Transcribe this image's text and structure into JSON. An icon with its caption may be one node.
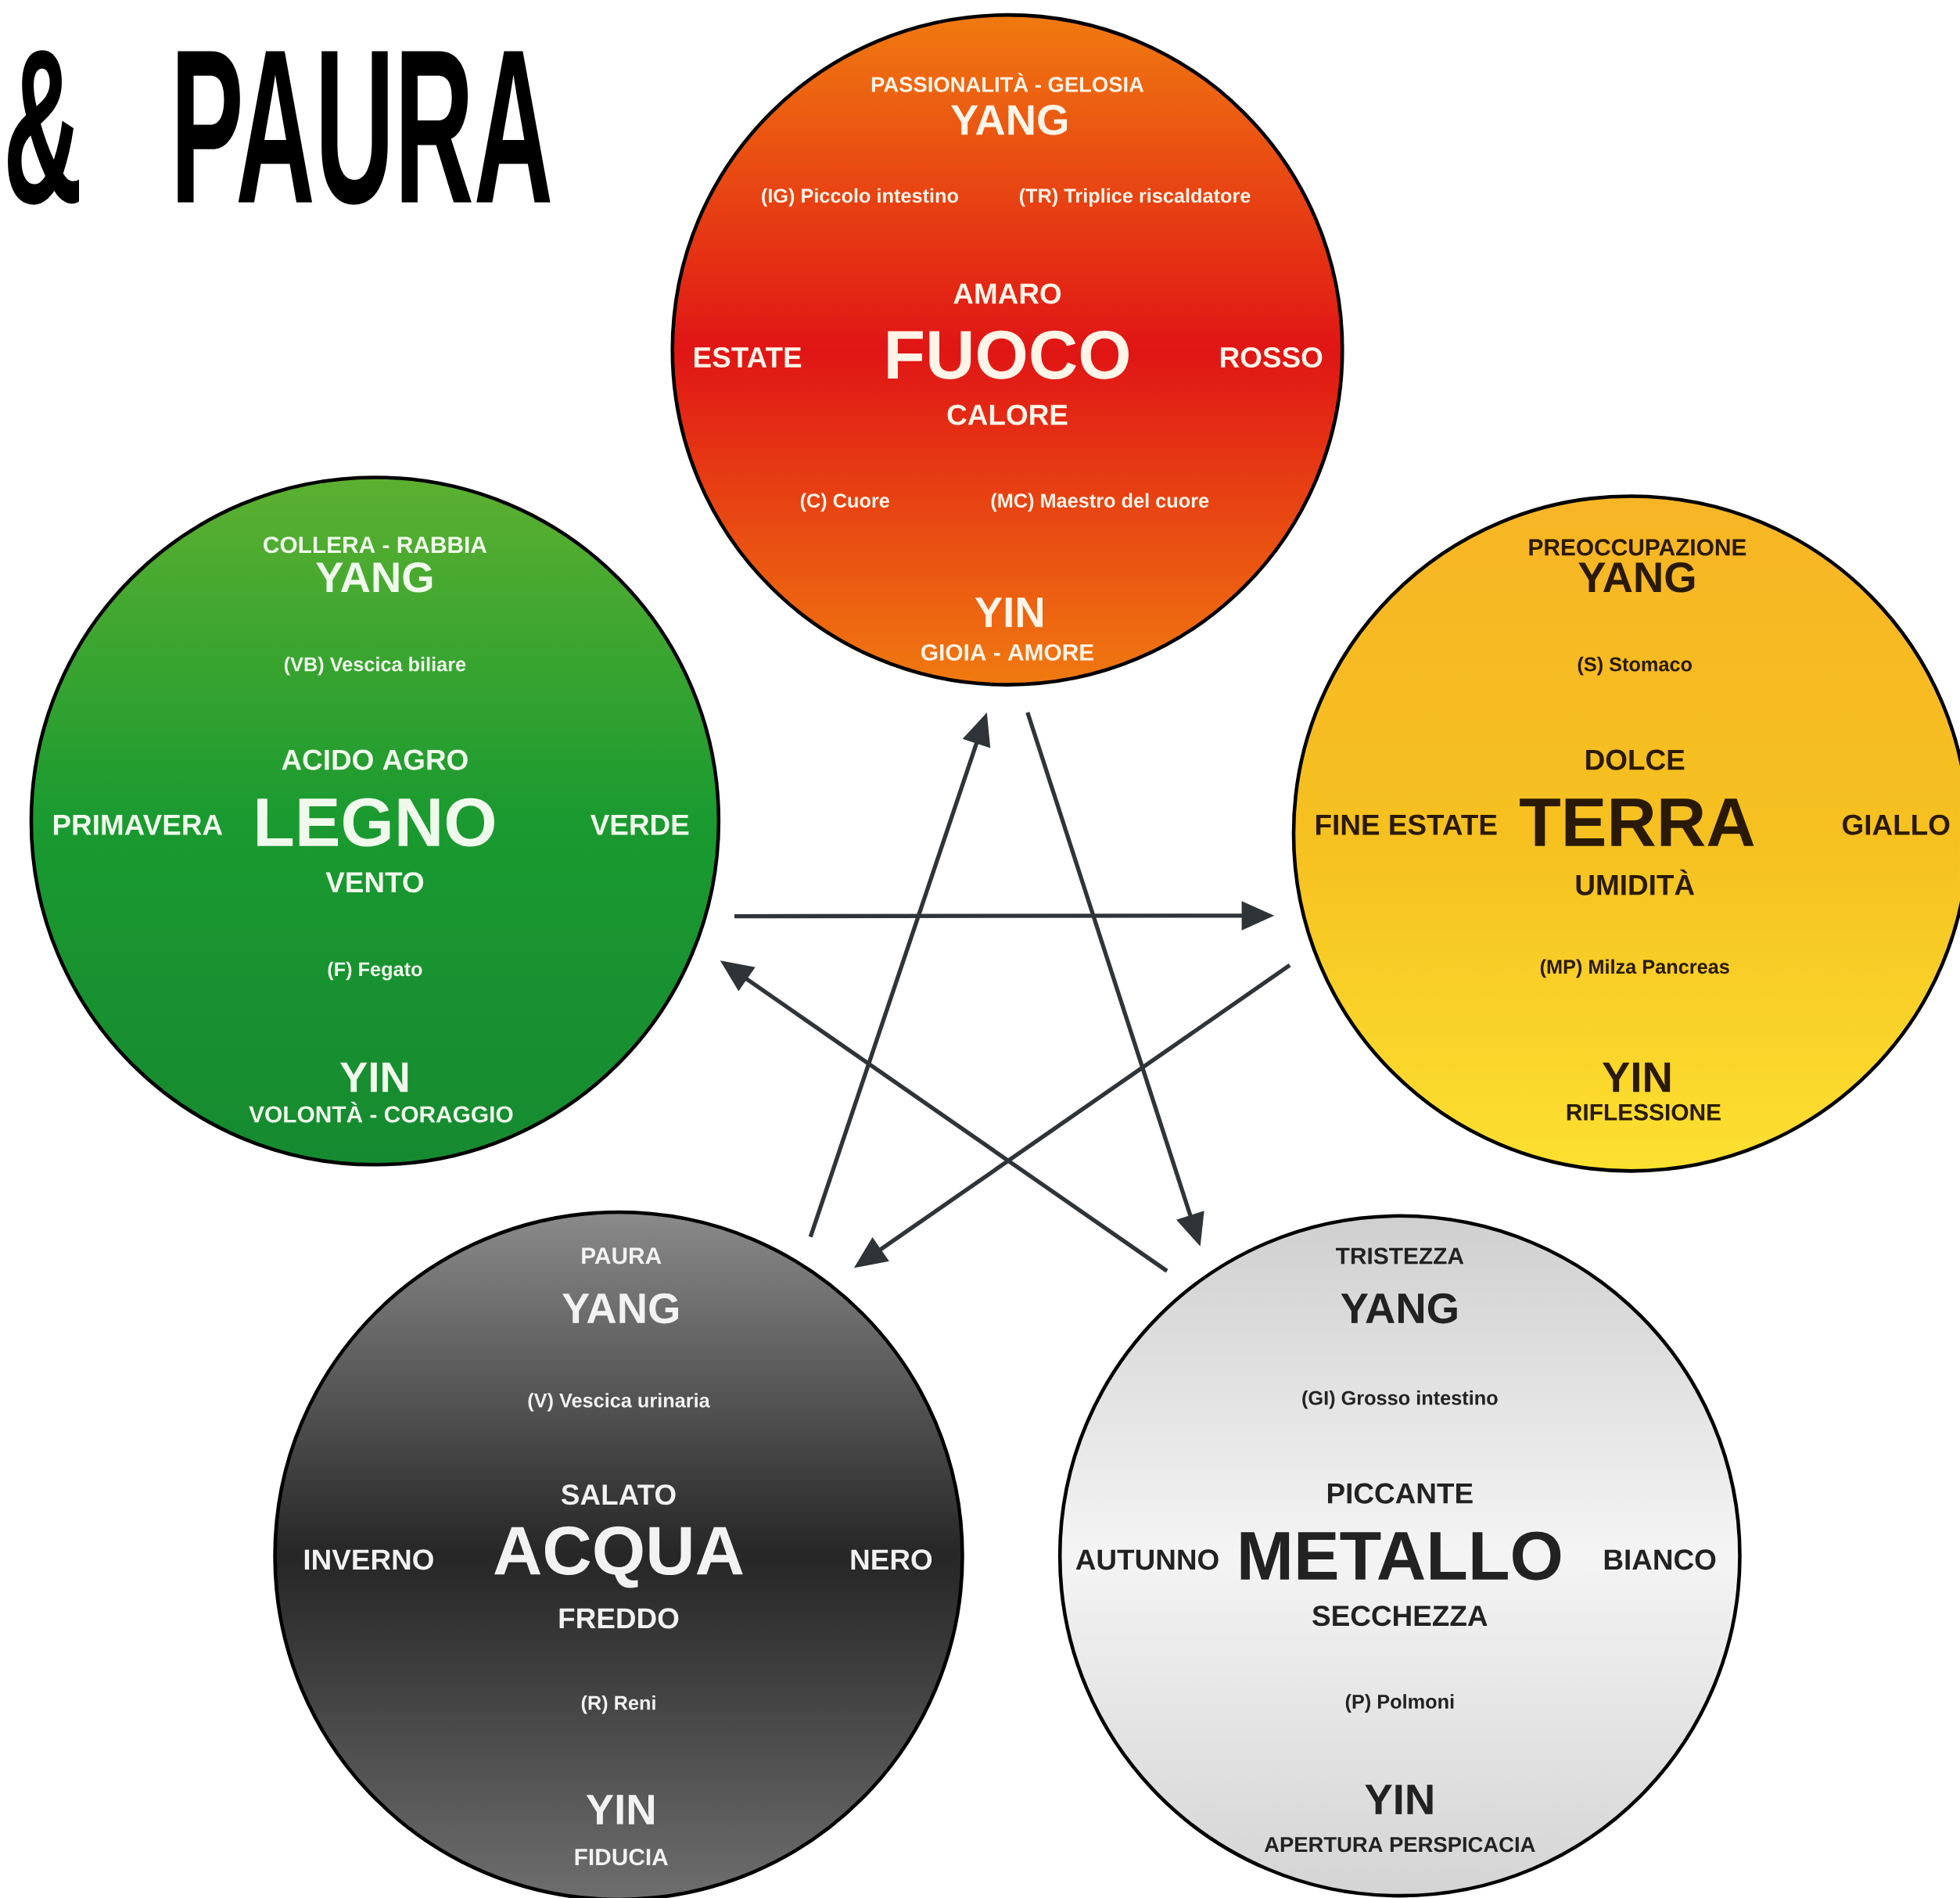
{
  "diagram": {
    "title": "& PAURA",
    "nodes": [
      {
        "text": [
          "PASSIONALITÀ - GELOSIA",
          "YANG",
          "(IG) Piccolo intestino",
          "(TR) Triplice riscaldatore",
          "AMARO",
          "ESTATE",
          "FUOCO",
          "ROSSO",
          "CALORE",
          "(C) Cuore",
          "(MC) Maestro del cuore",
          "YIN",
          "GIOIA - AMORE"
        ]
      },
      {
        "text": [
          "COLLERA - RABBIA",
          "YANG",
          "(VB) Vescica biliare",
          "ACIDO AGRO",
          "PRIMAVERA",
          "LEGNO",
          "VERDE",
          "VENTO",
          "(F) Fegato",
          "YIN",
          "VOLONTÀ - CORAGGIO"
        ]
      },
      {
        "text": [
          "PREOCCUPAZIONE",
          "YANG",
          "(S) Stomaco",
          "DOLCE",
          "FINE ESTATE",
          "TERRA",
          "GIALLO",
          "UMIDITÀ",
          "(MP) Milza Pancreas",
          "YIN",
          "RIFLESSIONE"
        ]
      },
      {
        "text": [
          "PAURA",
          "YANG",
          "(V) Vescica urinaria",
          "SALATO",
          "INVERNO",
          "ACQUA",
          "NERO",
          "FREDDO",
          "(R) Reni",
          "YIN",
          "FIDUCIA"
        ]
      },
      {
        "text": [
          "TRISTEZZA",
          "YANG",
          "(GI) Grosso intestino",
          "PICCANTE",
          "AUTUNNO",
          "METALLO",
          "BIANCO",
          "SECCHEZZA",
          "(P) Polmoni",
          "YIN",
          "APERTURA PERSPICACIA"
        ]
      }
    ],
    "edges": [
      {
        "from": 3,
        "to": 0,
        "arrow": "to"
      },
      {
        "from": 0,
        "to": 4,
        "arrow": "to"
      },
      {
        "from": 1,
        "to": 2,
        "arrow": "to"
      },
      {
        "from": 2,
        "to": 3,
        "arrow": "to"
      },
      {
        "from": 4,
        "to": 1,
        "arrow": "to"
      }
    ]
  }
}
